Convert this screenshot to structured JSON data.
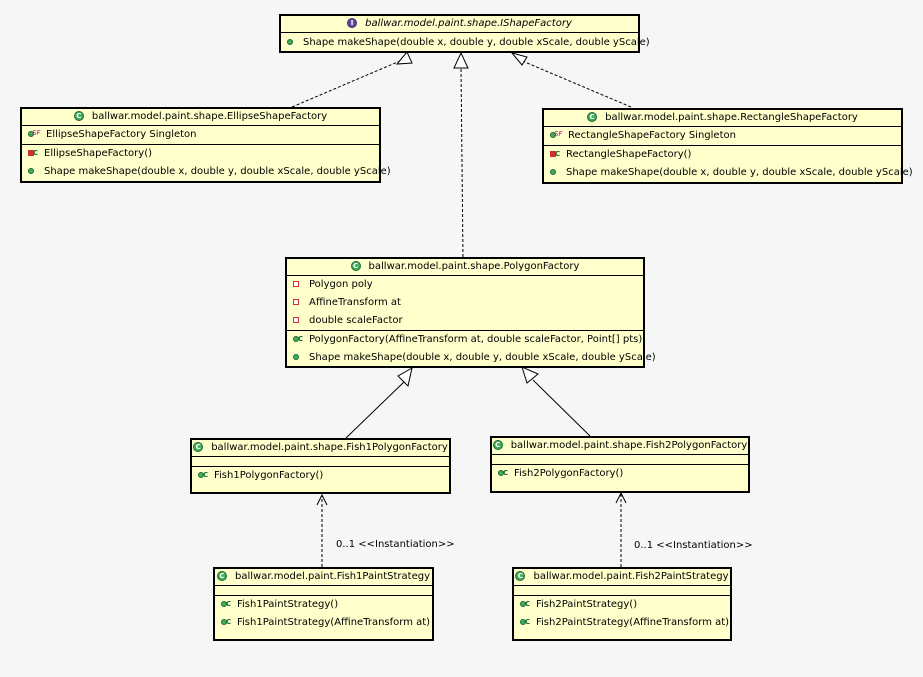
{
  "interface": {
    "title": "ballwar.model.paint.shape.IShapeFactory",
    "methods": [
      "Shape makeShape(double x, double y, double xScale, double yScale)"
    ]
  },
  "ellipse": {
    "title": "ballwar.model.paint.shape.EllipseShapeFactory",
    "fields": [
      "EllipseShapeFactory Singleton"
    ],
    "methods": [
      "EllipseShapeFactory()",
      "Shape makeShape(double x, double y, double xScale, double yScale)"
    ]
  },
  "rectangle": {
    "title": "ballwar.model.paint.shape.RectangleShapeFactory",
    "fields": [
      "RectangleShapeFactory Singleton"
    ],
    "methods": [
      "RectangleShapeFactory()",
      "Shape makeShape(double x, double y, double xScale, double yScale)"
    ]
  },
  "polygon": {
    "title": "ballwar.model.paint.shape.PolygonFactory",
    "fields": [
      "Polygon poly",
      "AffineTransform at",
      "double scaleFactor"
    ],
    "methods": [
      "PolygonFactory(AffineTransform at, double scaleFactor, Point[] pts)",
      "Shape makeShape(double x, double y, double xScale, double yScale)"
    ]
  },
  "fish1poly": {
    "title": "ballwar.model.paint.shape.Fish1PolygonFactory",
    "methods": [
      "Fish1PolygonFactory()"
    ]
  },
  "fish2poly": {
    "title": "ballwar.model.paint.shape.Fish2PolygonFactory",
    "methods": [
      "Fish2PolygonFactory()"
    ]
  },
  "fish1strategy": {
    "title": "ballwar.model.paint.Fish1PaintStrategy",
    "methods": [
      "Fish1PaintStrategy()",
      "Fish1PaintStrategy(AffineTransform at)"
    ]
  },
  "fish2strategy": {
    "title": "ballwar.model.paint.Fish2PaintStrategy",
    "methods": [
      "Fish2PaintStrategy()",
      "Fish2PaintStrategy(AffineTransform at)"
    ]
  },
  "relations": {
    "fish1_instantiation": "0..1 <<Instantiation>>",
    "fish2_instantiation": "0..1 <<Instantiation>>"
  },
  "icons": {
    "interface_icon": "interface-icon",
    "class_icon": "class-icon",
    "public_method": "public-method-icon",
    "private_field": "private-field-icon",
    "static_final_field": "static-final-field-icon",
    "constructor": "constructor-icon"
  },
  "colors": {
    "box_fill": "#ffffcc",
    "background": "#f6f6f6",
    "public_green": "#3fae5a",
    "private_red": "#d03030",
    "interface_purple": "#5d4aa0"
  }
}
